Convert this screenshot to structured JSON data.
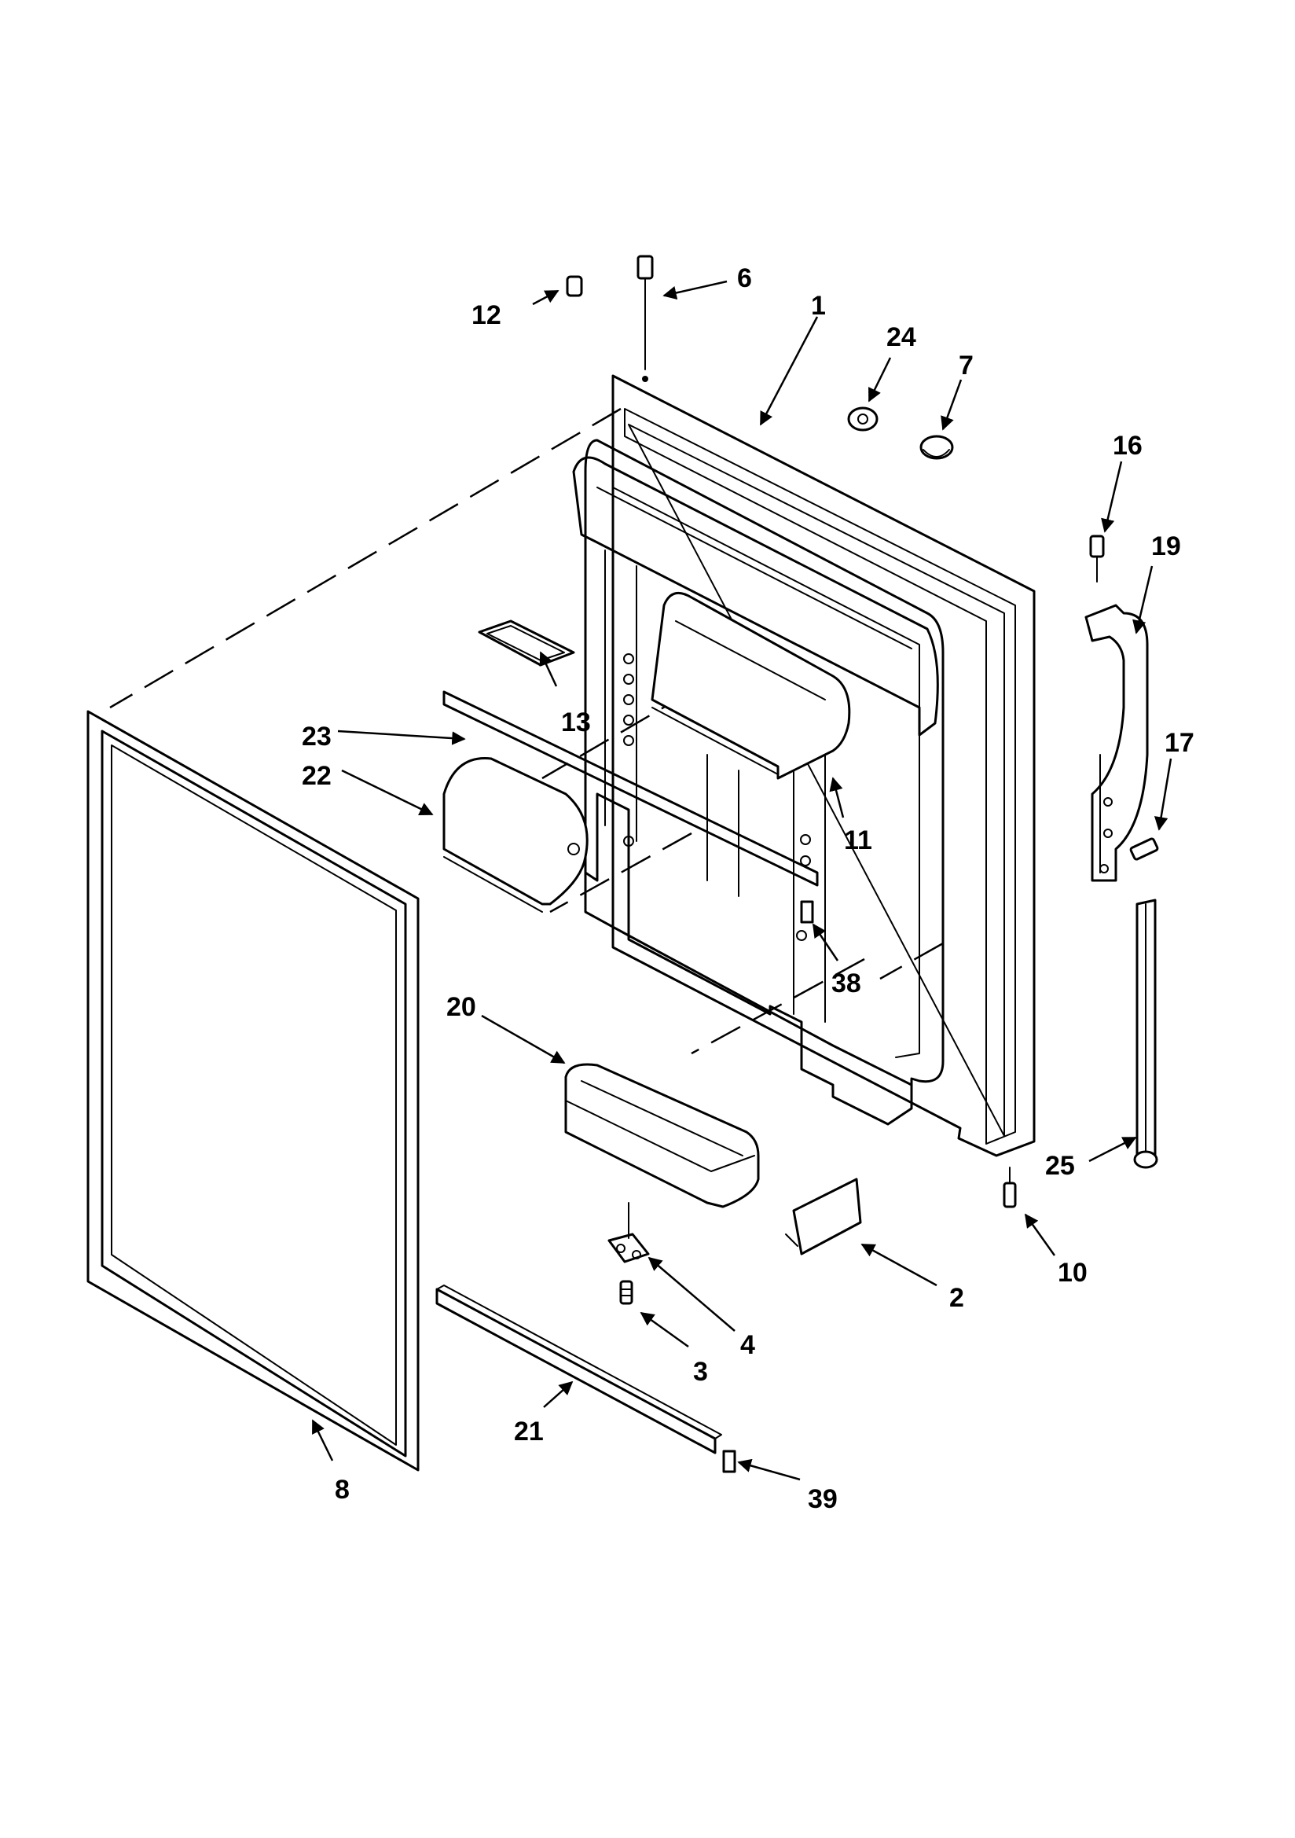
{
  "callouts": [
    {
      "id": "c1",
      "label": "1"
    },
    {
      "id": "c2",
      "label": "2"
    },
    {
      "id": "c3",
      "label": "3"
    },
    {
      "id": "c4",
      "label": "4"
    },
    {
      "id": "c6",
      "label": "6"
    },
    {
      "id": "c7",
      "label": "7"
    },
    {
      "id": "c8",
      "label": "8"
    },
    {
      "id": "c10",
      "label": "10"
    },
    {
      "id": "c11",
      "label": "11"
    },
    {
      "id": "c12",
      "label": "12"
    },
    {
      "id": "c13",
      "label": "13"
    },
    {
      "id": "c16",
      "label": "16"
    },
    {
      "id": "c17",
      "label": "17"
    },
    {
      "id": "c19",
      "label": "19"
    },
    {
      "id": "c20",
      "label": "20"
    },
    {
      "id": "c21",
      "label": "21"
    },
    {
      "id": "c22",
      "label": "22"
    },
    {
      "id": "c23",
      "label": "23"
    },
    {
      "id": "c24",
      "label": "24"
    },
    {
      "id": "c25",
      "label": "25"
    },
    {
      "id": "c38",
      "label": "38"
    },
    {
      "id": "c39",
      "label": "39"
    }
  ]
}
